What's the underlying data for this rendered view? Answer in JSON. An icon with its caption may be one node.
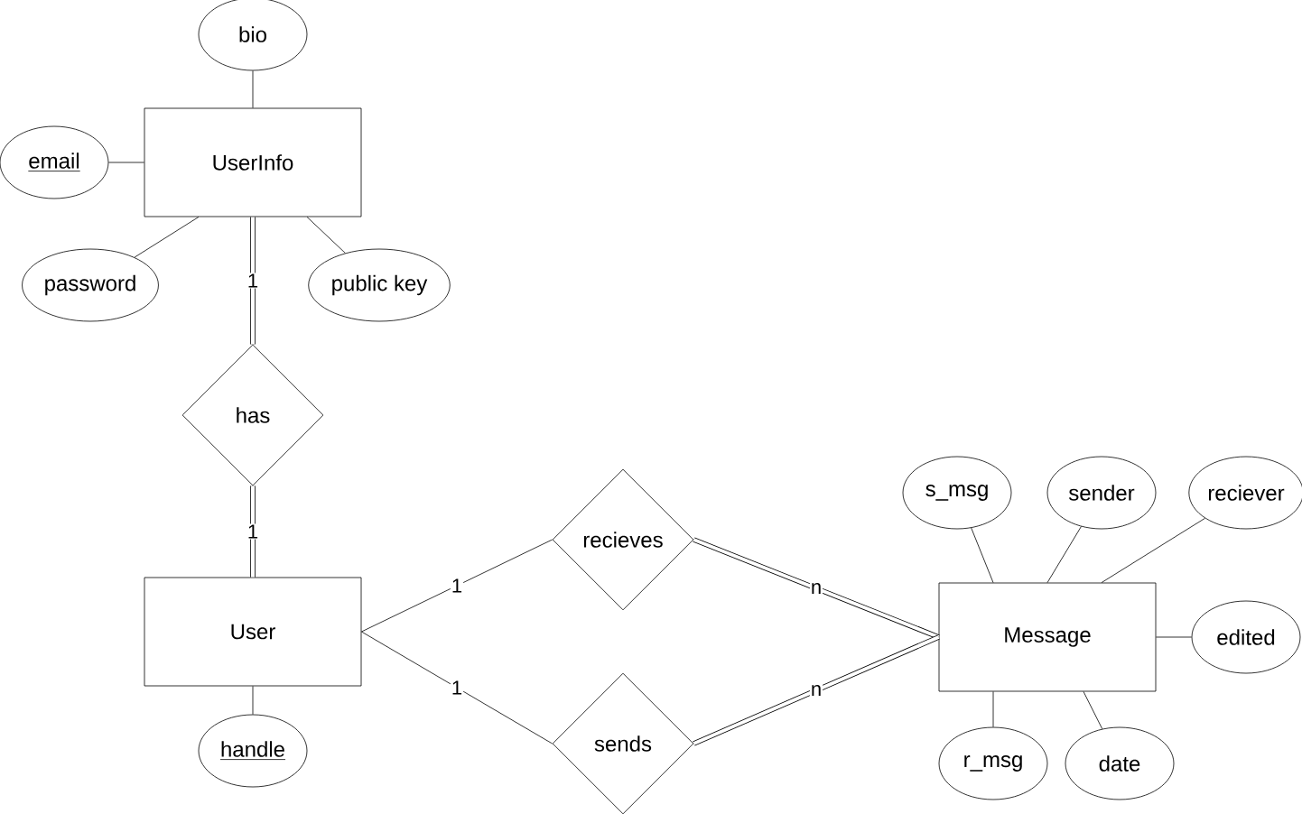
{
  "diagram": {
    "nodes": [
      {
        "text": [
          "UserInfo"
        ]
      },
      {
        "text": [
          "bio"
        ]
      },
      {
        "text": [
          "email"
        ]
      },
      {
        "text": [
          "password"
        ]
      },
      {
        "text": [
          "public key"
        ]
      },
      {
        "text": [
          "has"
        ]
      },
      {
        "text": [
          "User"
        ]
      },
      {
        "text": [
          "handle"
        ]
      },
      {
        "text": [
          "recieves"
        ]
      },
      {
        "text": [
          "sends"
        ]
      },
      {
        "text": [
          "Message"
        ]
      },
      {
        "text": [
          "s_msg"
        ]
      },
      {
        "text": [
          "sender"
        ]
      },
      {
        "text": [
          "reciever"
        ]
      },
      {
        "text": [
          "edited"
        ]
      },
      {
        "text": [
          "r_msg"
        ]
      },
      {
        "text": [
          "date"
        ]
      }
    ],
    "edges": [
      {
        "from": 0,
        "to": 1,
        "arrow": "none"
      },
      {
        "from": 0,
        "to": 2,
        "arrow": "none"
      },
      {
        "from": 0,
        "to": 3,
        "arrow": "none"
      },
      {
        "from": 0,
        "to": 4,
        "arrow": "none"
      },
      {
        "from": 0,
        "to": 5,
        "arrow": "none",
        "label": "1",
        "style": "thick"
      },
      {
        "from": 5,
        "to": 6,
        "arrow": "none",
        "label": "1",
        "style": "thick"
      },
      {
        "from": 6,
        "to": 7,
        "arrow": "none"
      },
      {
        "from": 6,
        "to": 8,
        "arrow": "none",
        "label": "1"
      },
      {
        "from": 6,
        "to": 9,
        "arrow": "none",
        "label": "1"
      },
      {
        "from": 8,
        "to": 10,
        "arrow": "none",
        "label": "n",
        "style": "thick"
      },
      {
        "from": 9,
        "to": 10,
        "arrow": "none",
        "label": "n",
        "style": "thick"
      },
      {
        "from": 10,
        "to": 11,
        "arrow": "none"
      },
      {
        "from": 10,
        "to": 12,
        "arrow": "none"
      },
      {
        "from": 10,
        "to": 13,
        "arrow": "none"
      },
      {
        "from": 10,
        "to": 14,
        "arrow": "none"
      },
      {
        "from": 10,
        "to": 15,
        "arrow": "none"
      },
      {
        "from": 10,
        "to": 16,
        "arrow": "none"
      }
    ]
  }
}
